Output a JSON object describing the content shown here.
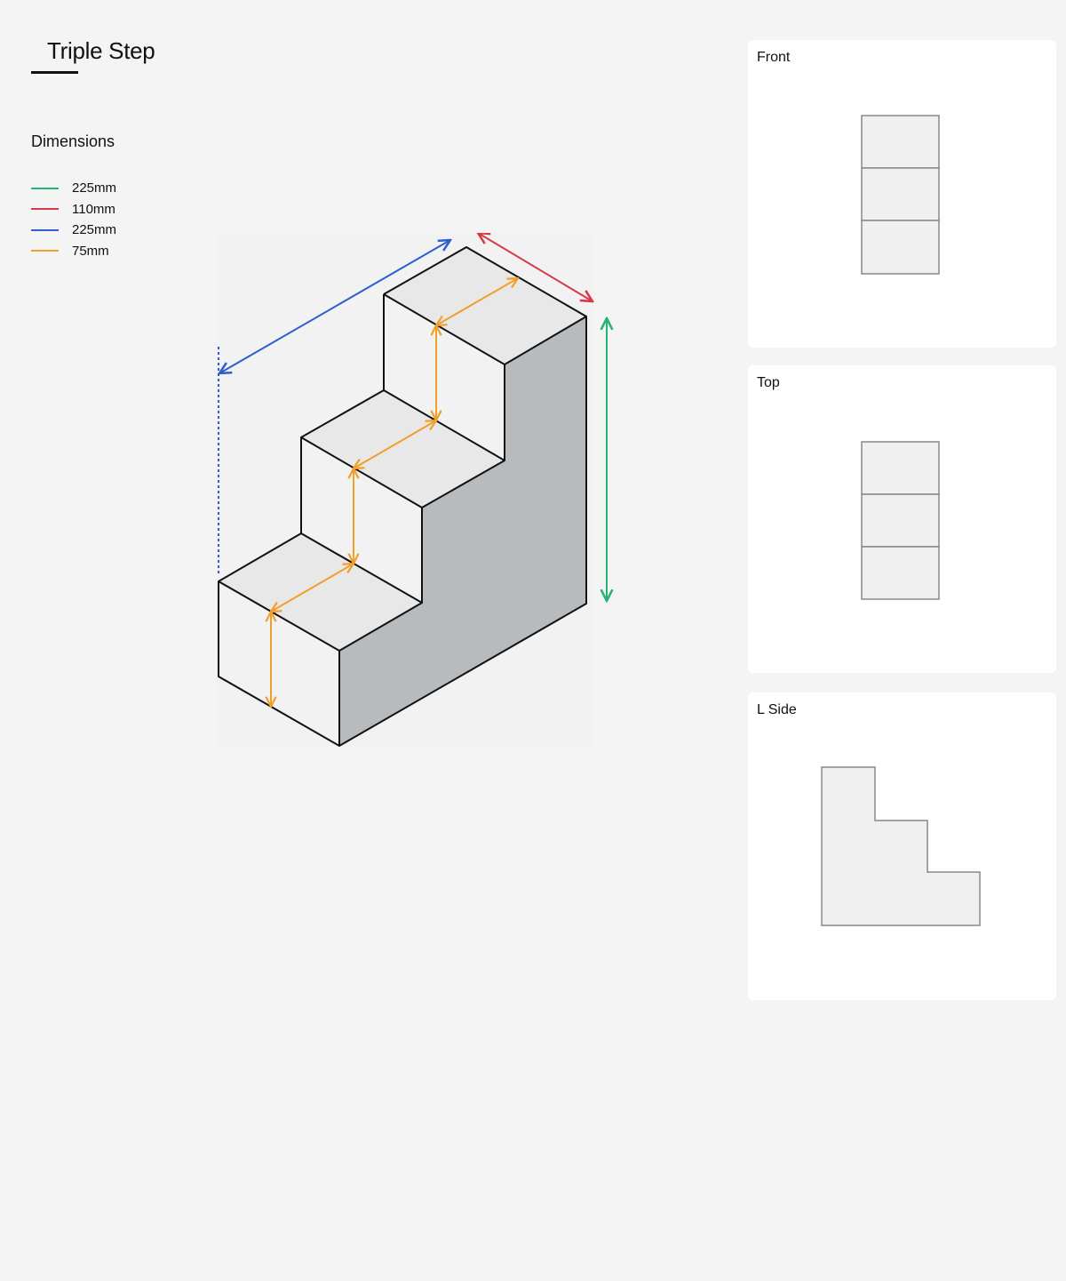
{
  "header": {
    "title": "Triple Step"
  },
  "dimensions": {
    "heading": "Dimensions",
    "items": [
      {
        "label": "225mm",
        "color": "#22b573",
        "name": "height"
      },
      {
        "label": "110mm",
        "color": "#d63a4a",
        "name": "depth"
      },
      {
        "label": "225mm",
        "color": "#2f5fce",
        "name": "length"
      },
      {
        "label": "75mm",
        "color": "#f0a02a",
        "name": "step"
      }
    ]
  },
  "colors": {
    "outline": "#111111",
    "top_face": "#e8e8e8",
    "front_face": "#f2f2f2",
    "side_face": "#b8bbbe",
    "view_fill": "#f0f0f0",
    "view_stroke": "#888888"
  },
  "views": [
    {
      "title": "Front"
    },
    {
      "title": "Top"
    },
    {
      "title": "L Side"
    }
  ]
}
